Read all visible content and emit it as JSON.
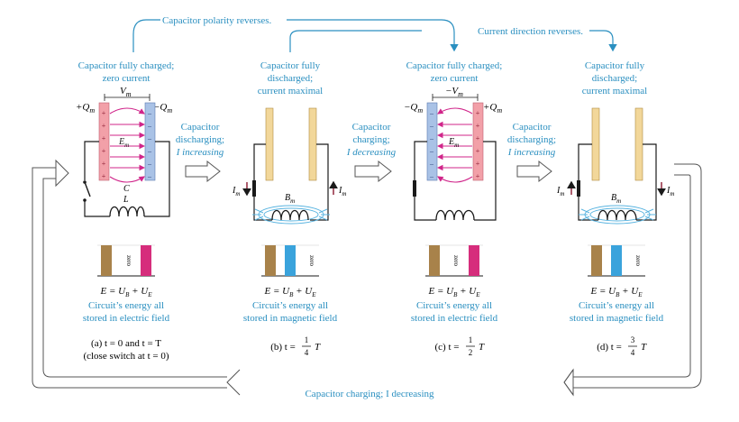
{
  "top_arrows": {
    "polarity_text": "Capacitor polarity reverses.",
    "current_text": "Current direction reverses."
  },
  "bottom_arrow": {
    "text": "Capacitor charging; I decreasing"
  },
  "between": [
    {
      "line1": "Capacitor",
      "line2": "discharging;",
      "line3": "I increasing"
    },
    {
      "line1": "Capacitor",
      "line2": "charging;",
      "line3": "I decreasing"
    },
    {
      "line1": "Capacitor",
      "line2": "discharging;",
      "line3": "I increasing"
    }
  ],
  "panels": [
    {
      "title1": "Capacitor fully charged;",
      "title2": "zero current",
      "left_charge": "+Q",
      "right_charge": "−Q",
      "charge_sub": "m",
      "voltage": "V",
      "voltage_sub": "m",
      "field": "E",
      "field_sub": "m",
      "cap_label": "C",
      "ind_label": "L",
      "bar_zero": "zero",
      "equation": "E = U  + U",
      "desc1": "Circuit’s energy all",
      "desc2": "stored in electric field",
      "caption1": "(a) t = 0 and t = T",
      "caption2": "(close switch at t = 0)"
    },
    {
      "title1": "Capacitor fully",
      "title2": "discharged;",
      "title3": "current maximal",
      "current": "I",
      "current_sub": "m",
      "mag": "B",
      "mag_sub": "m",
      "bar_zero": "zero",
      "equation": "E = U  + U",
      "desc1": "Circuit’s energy all",
      "desc2": "stored in magnetic field",
      "caption1": "(b) t = ",
      "frac_num": "1",
      "frac_den": "4",
      "frac_T": "T"
    },
    {
      "title1": "Capacitor fully charged;",
      "title2": "zero current",
      "left_charge": "−Q",
      "right_charge": "+Q",
      "charge_sub": "m",
      "voltage": "−V",
      "voltage_sub": "m",
      "field": "E",
      "field_sub": "m",
      "bar_zero": "zero",
      "equation": "E = U  + U",
      "desc1": "Circuit’s energy all",
      "desc2": "stored in electric field",
      "caption1": "(c) t = ",
      "frac_num": "1",
      "frac_den": "2",
      "frac_T": "T"
    },
    {
      "title1": "Capacitor fully",
      "title2": "discharged;",
      "title3": "current maximal",
      "current": "I",
      "current_sub": "m",
      "mag": "B",
      "mag_sub": "m",
      "bar_zero": "zero",
      "equation": "E = U  + U",
      "desc1": "Circuit’s energy all",
      "desc2": "stored in magnetic field",
      "caption1": "(d) t = ",
      "frac_num": "3",
      "frac_den": "4",
      "frac_T": "T"
    }
  ],
  "colors": {
    "annotation_blue": "#2a8fc0",
    "capacitor_plate": "#f2d79a",
    "plate_positive": "#f2a0a8",
    "plate_negative": "#a9c2e6",
    "field_line": "#d0258a",
    "bar_brown": "#a8824a",
    "bar_blue": "#3aa3dc",
    "bar_magenta": "#d62d7c"
  }
}
